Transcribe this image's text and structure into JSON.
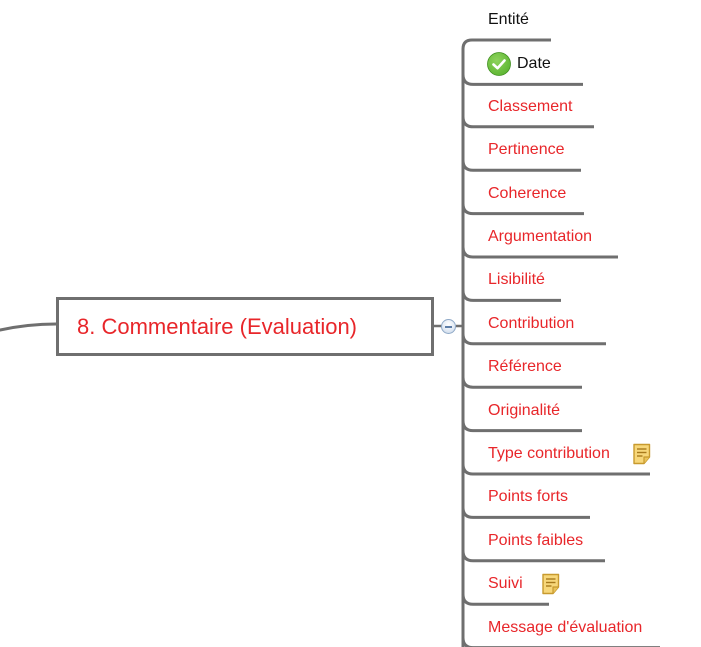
{
  "central_topic": {
    "label": "8. Commentaire (Evaluation)"
  },
  "subtopics": [
    {
      "label": "Entité",
      "color": "#111111",
      "status": "",
      "note": false
    },
    {
      "label": "Date",
      "color": "#111111",
      "status": "complete",
      "note": false
    },
    {
      "label": "Classement",
      "color": "#e8262a",
      "status": "",
      "note": false
    },
    {
      "label": "Pertinence",
      "color": "#e8262a",
      "status": "",
      "note": false
    },
    {
      "label": "Coherence",
      "color": "#e8262a",
      "status": "",
      "note": false
    },
    {
      "label": "Argumentation",
      "color": "#e8262a",
      "status": "",
      "note": false
    },
    {
      "label": "Lisibilité",
      "color": "#e8262a",
      "status": "",
      "note": false
    },
    {
      "label": "Contribution",
      "color": "#e8262a",
      "status": "",
      "note": false
    },
    {
      "label": "Référence",
      "color": "#e8262a",
      "status": "",
      "note": false
    },
    {
      "label": "Originalité",
      "color": "#e8262a",
      "status": "",
      "note": false
    },
    {
      "label": "Type contribution",
      "color": "#e8262a",
      "status": "",
      "note": true
    },
    {
      "label": "Points forts",
      "color": "#e8262a",
      "status": "",
      "note": false
    },
    {
      "label": "Points faibles",
      "color": "#e8262a",
      "status": "",
      "note": false
    },
    {
      "label": "Suivi",
      "color": "#e8262a",
      "status": "",
      "note": true
    },
    {
      "label": "Message d'évaluation",
      "color": "#e8262a",
      "status": "",
      "note": false
    }
  ],
  "icons": {
    "complete": "check-circle-icon",
    "note": "note-icon",
    "collapse": "collapse-minus-icon"
  },
  "colors": {
    "topic_text": "#e8262a",
    "connector": "#6f6f6f",
    "check_green": "#5cb531",
    "note_fill": "#f7d77a",
    "note_border": "#c89a2e"
  }
}
